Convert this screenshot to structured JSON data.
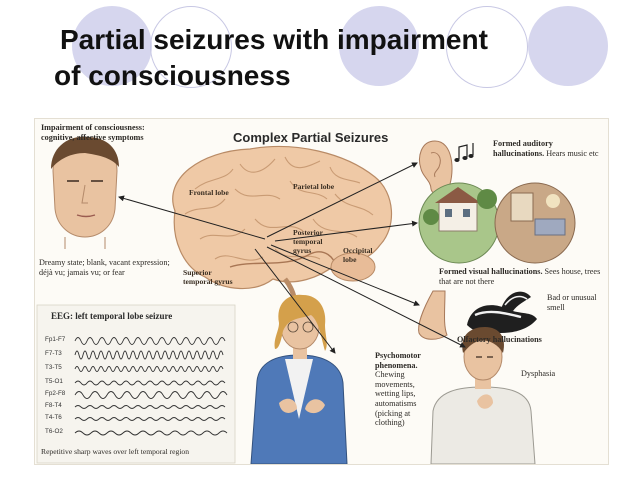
{
  "slide": {
    "title_line1": "Partial seizures with impairment",
    "title_line2": "of consciousness"
  },
  "figure": {
    "main_title": "Complex Partial Seizures",
    "impairment": {
      "title_line1": "Impairment of consciousness:",
      "title_line2": "cognitive, affective symptoms",
      "desc": "Dreamy state; blank, vacant expression; déjà vu; jamais vu; or fear"
    },
    "brain_labels": {
      "frontal": "Frontal lobe",
      "parietal": "Parietal lobe",
      "posterior_temporal": "Posterior temporal gyrus",
      "occipital": "Occipital lobe",
      "superior_temporal": "Superior temporal gyrus"
    },
    "auditory": {
      "title": "Formed auditory hallucinations.",
      "desc": "Hears music etc"
    },
    "visual": {
      "title": "Formed visual hallucinations.",
      "desc": "Sees house, trees that are not there"
    },
    "olfactory": {
      "smell": "Bad or unusual smell",
      "title": "Olfactory hallucinations"
    },
    "psychomotor": {
      "title": "Psychomotor phenomena.",
      "desc": "Chewing movements, wetting lips, automatisms (picking at clothing)"
    },
    "dysphasia": "Dysphasia",
    "eeg": {
      "title": "EEG: left temporal lobe seizure",
      "leads": [
        "Fp1-F7",
        "F7-T3",
        "T3-T5",
        "T5-O1",
        "Fp2-F8",
        "F8-T4",
        "T4-T6",
        "T6-O2"
      ],
      "caption": "Repetitive sharp waves over left temporal region"
    }
  },
  "colors": {
    "title": "#111111",
    "decor_circle": "#d6d6ee",
    "brain": "#efc9a6",
    "skin": "#e9c3a1"
  }
}
